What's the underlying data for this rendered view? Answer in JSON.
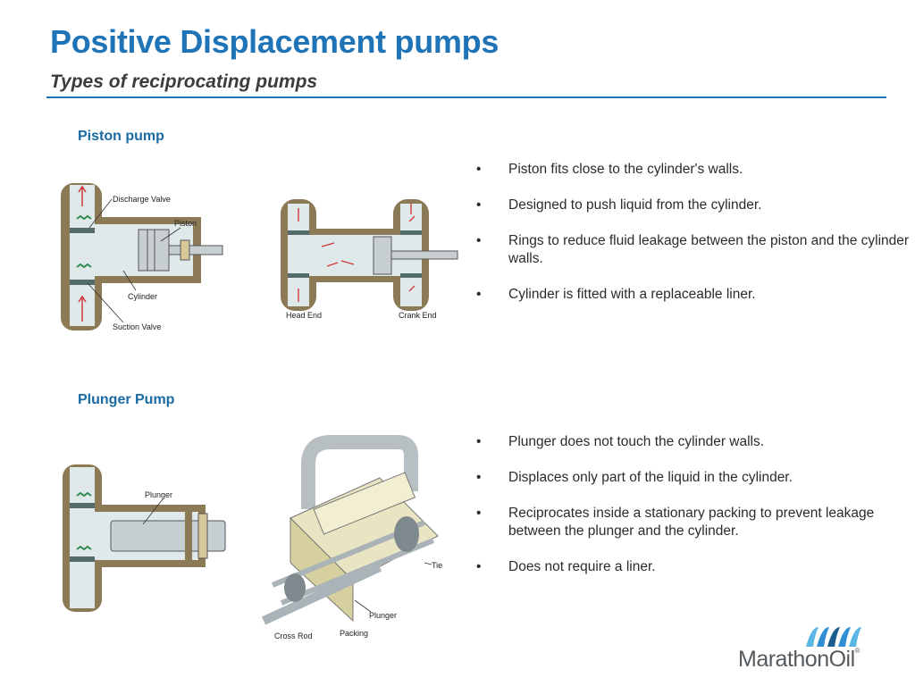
{
  "header": {
    "title": "Positive Displacement pumps",
    "subtitle": "Types of reciprocating pumps"
  },
  "sections": [
    {
      "title": "Piston pump",
      "bullets": [
        "Piston fits close to the cylinder's walls.",
        "Designed to push liquid from the cylinder.",
        "Rings to reduce fluid leakage between the piston and the cylinder walls.",
        "Cylinder is fitted with a replaceable liner."
      ],
      "diagram_labels": {
        "discharge_valve": "Discharge Valve",
        "piston": "Piston",
        "cylinder": "Cylinder",
        "suction_valve": "Suction Valve",
        "head_end": "Head End",
        "crank_end": "Crank End"
      }
    },
    {
      "title": "Plunger Pump",
      "bullets": [
        "Plunger does not touch the cylinder walls.",
        "Displaces only part of the liquid in the cylinder.",
        "Reciprocates inside a stationary packing to prevent leakage between the plunger and the cylinder.",
        "Does not require a liner."
      ],
      "diagram_labels": {
        "plunger": "Plunger",
        "tie": "Tie",
        "plunger_3d": "Plunger",
        "cross_rod": "Cross Rod",
        "packing": "Packing"
      }
    }
  ],
  "bullet_glyph": "•",
  "logo": {
    "text": "MarathonOil",
    "mark": "®",
    "icon": "marathon-wave-logo-icon",
    "colors": {
      "dark": "#1b5e8f",
      "light": "#5bb6e6"
    }
  },
  "colors": {
    "title": "#1f74b8",
    "section_title": "#1a6aa3",
    "casing": "#8b7a55",
    "fluid": "#dfe9ea",
    "arrow": "#d0393c"
  }
}
